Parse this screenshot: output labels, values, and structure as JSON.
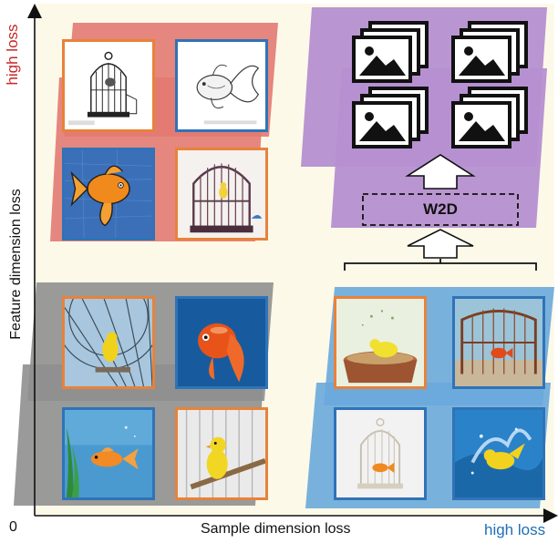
{
  "axes": {
    "y_label": "Feature dimension loss",
    "y_high": "high loss",
    "x_label": "Sample dimension loss",
    "x_high": "high loss",
    "origin": "0"
  },
  "module": {
    "label": "W2D"
  },
  "colors": {
    "red_band": "#e27a72",
    "gray_band": "#8f8f8f",
    "purple_band": "#b58fd0",
    "blue_band": "#6aa8dc",
    "orange_border": "#e8823a",
    "blue_border": "#2f73b8",
    "y_high_text": "#c62828",
    "x_high_text": "#1f6fb5"
  },
  "tiles": [
    {
      "name": "sketch-birdcage",
      "border": "orange"
    },
    {
      "name": "sketch-goldfish",
      "border": "blue"
    },
    {
      "name": "painting-goldfish",
      "border": "blue"
    },
    {
      "name": "photo-canary-in-cage",
      "border": "orange"
    },
    {
      "name": "photo-canary-cage-bars",
      "border": "orange"
    },
    {
      "name": "photo-goldfish-dark",
      "border": "blue"
    },
    {
      "name": "photo-goldfish-tank",
      "border": "blue"
    },
    {
      "name": "photo-canary-perch",
      "border": "orange"
    },
    {
      "name": "photo-canary-bath",
      "border": "orange"
    },
    {
      "name": "photo-goldfish-in-cage",
      "border": "blue"
    },
    {
      "name": "photo-goldfish-in-birdcage",
      "border": "blue"
    },
    {
      "name": "photo-canary-splash",
      "border": "blue"
    }
  ],
  "icons": [
    "image-stack-icon",
    "image-stack-icon",
    "image-stack-icon",
    "image-stack-icon"
  ]
}
